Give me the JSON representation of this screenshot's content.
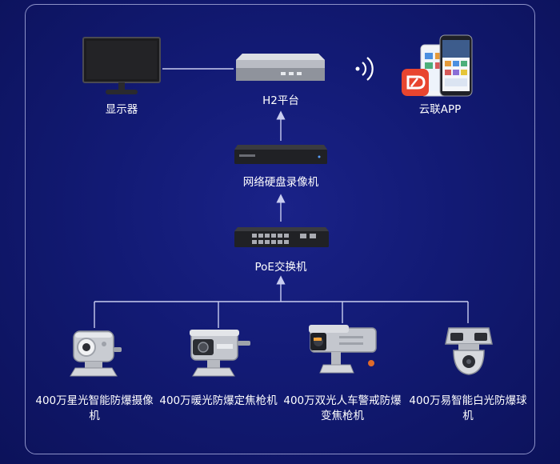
{
  "colors": {
    "background": "#121a74",
    "frame": "#8d92c8",
    "connector": "#c9cdf0",
    "label": "#ffffff",
    "app_icon": "#e8452f"
  },
  "nodes": {
    "monitor": {
      "label": "显示器",
      "icon": "monitor-icon"
    },
    "platform": {
      "label": "H2平台",
      "icon": "server-box-icon"
    },
    "app": {
      "label": "云联APP",
      "icon": "phone-app-icon"
    },
    "nvr": {
      "label": "网络硬盘录像机",
      "icon": "nvr-icon"
    },
    "switch": {
      "label": "PoE交换机",
      "icon": "switch-icon"
    }
  },
  "cameras": [
    {
      "label": "400万星光智能防爆摄像机",
      "icon": "explosion-proof-camera-icon"
    },
    {
      "label": "400万暖光防爆定焦枪机",
      "icon": "warm-light-bullet-camera-icon"
    },
    {
      "label": "400万双光人车警戒防爆变焦枪机",
      "icon": "dual-light-bullet-camera-icon"
    },
    {
      "label": "400万易智能白光防爆球机",
      "icon": "dome-camera-icon"
    }
  ]
}
